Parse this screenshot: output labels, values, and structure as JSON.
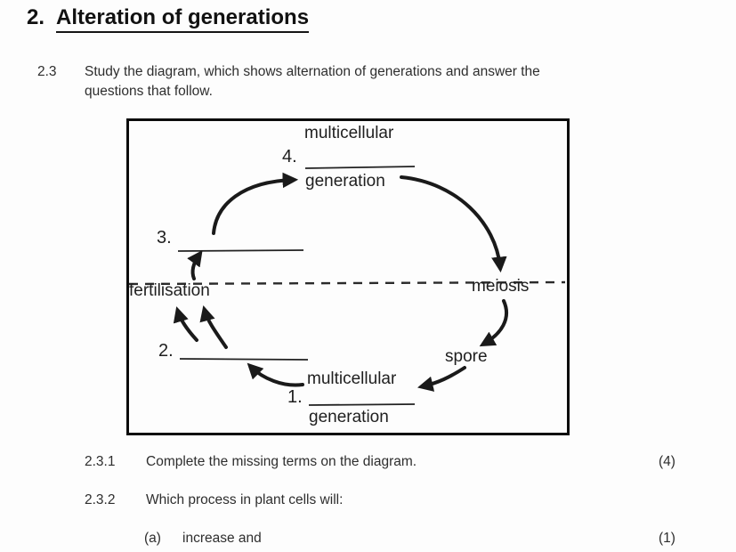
{
  "page": {
    "title": {
      "number": "2.",
      "text": "Alteration of generations"
    }
  },
  "intro": {
    "number": "2.3",
    "line1": "Study the diagram, which shows alternation of generations and answer the",
    "line2": "questions that follow."
  },
  "diagram": {
    "top": {
      "multicellular": "multicellular",
      "blank_number": "4.",
      "generation": "generation"
    },
    "left": {
      "blank3_number": "3.",
      "fertilisation": "fertilisation",
      "blank2_number": "2."
    },
    "right": {
      "meiosis": "meiosis",
      "spore": "spore"
    },
    "bottom": {
      "multicellular": "multicellular",
      "blank_number": "1.",
      "generation": "generation"
    }
  },
  "questions": [
    {
      "number": "2.3.1",
      "text": "Complete the missing terms on the diagram.",
      "marks": "(4)"
    },
    {
      "number": "2.3.2",
      "text": "Which process in plant cells will:",
      "marks": ""
    },
    {
      "number": "(a)",
      "text": "increase and",
      "marks": "(1)"
    }
  ]
}
